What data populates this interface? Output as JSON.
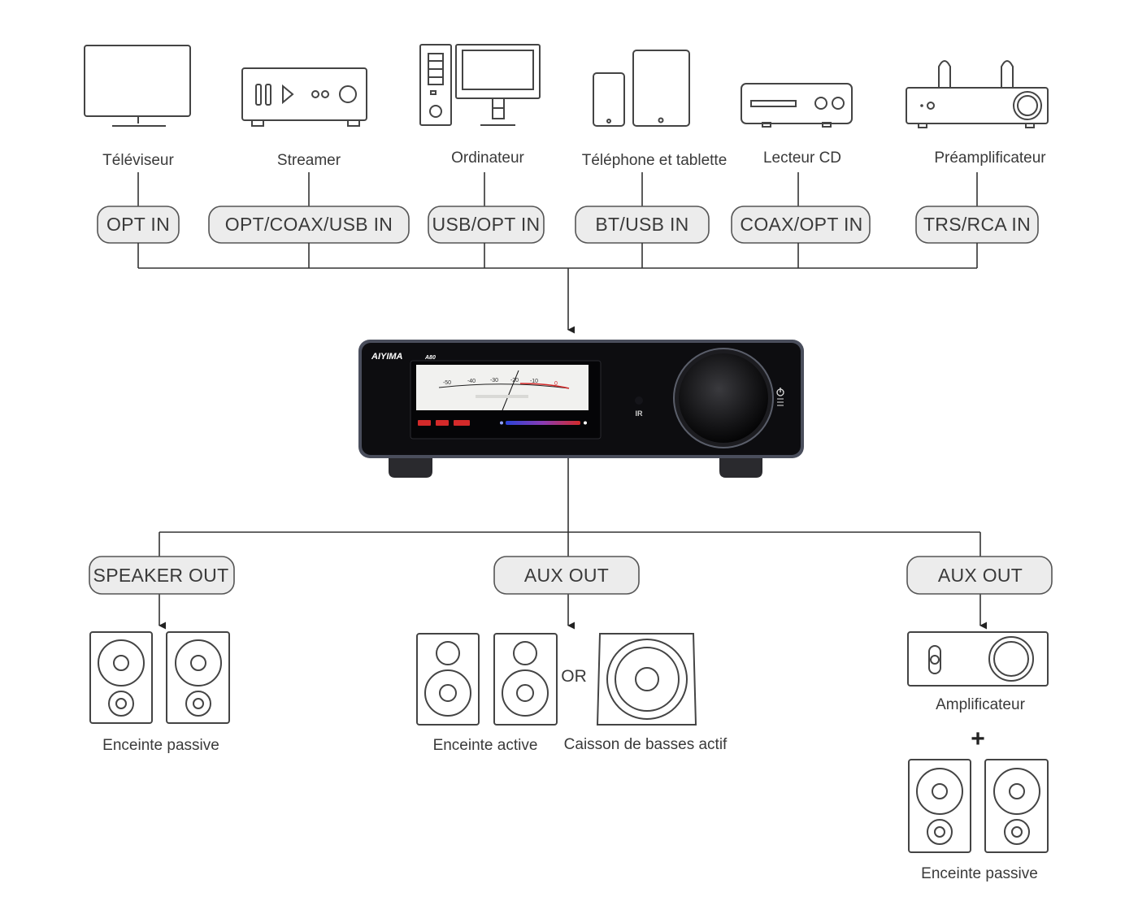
{
  "sources": [
    {
      "icon": "tv-icon",
      "label": "Téléviseur",
      "port": "OPT IN"
    },
    {
      "icon": "streamer-icon",
      "label": "Streamer",
      "port": "OPT/COAX/USB IN"
    },
    {
      "icon": "computer-icon",
      "label": "Ordinateur",
      "port": "USB/OPT IN"
    },
    {
      "icon": "phone-tablet-icon",
      "label": "Téléphone et tablette",
      "port": "BT/USB IN"
    },
    {
      "icon": "cd-player-icon",
      "label": "Lecteur CD",
      "port": "COAX/OPT IN"
    },
    {
      "icon": "tube-preamp-icon",
      "label": "Préamplificateur",
      "port": "TRS/RCA IN"
    }
  ],
  "device": {
    "brand": "AIYIMA",
    "model": "A80",
    "ir_label": "IR",
    "vu_scale": [
      "-50",
      "-40",
      "-30",
      "-20",
      "-10",
      "0"
    ],
    "icon": "amplifier-device-icon"
  },
  "outputs": [
    {
      "port": "SPEAKER OUT",
      "label": "Enceinte passive"
    },
    {
      "port": "AUX OUT",
      "label_active": "Enceinte active",
      "or_text": "OR",
      "label_sub": "Caisson de basses actif"
    },
    {
      "port": "AUX OUT",
      "label_amp": "Amplificateur",
      "plus": "+",
      "label_speakers": "Enceinte passive"
    }
  ],
  "colors": {
    "pill_fill": "#ececec",
    "line": "#333333",
    "device_body": "#0d0d10",
    "device_frame": "#4a4e5c",
    "vu_face": "#f1f1ef",
    "accent_red": "#d42a2a",
    "accent_blue": "#2b43d8"
  }
}
